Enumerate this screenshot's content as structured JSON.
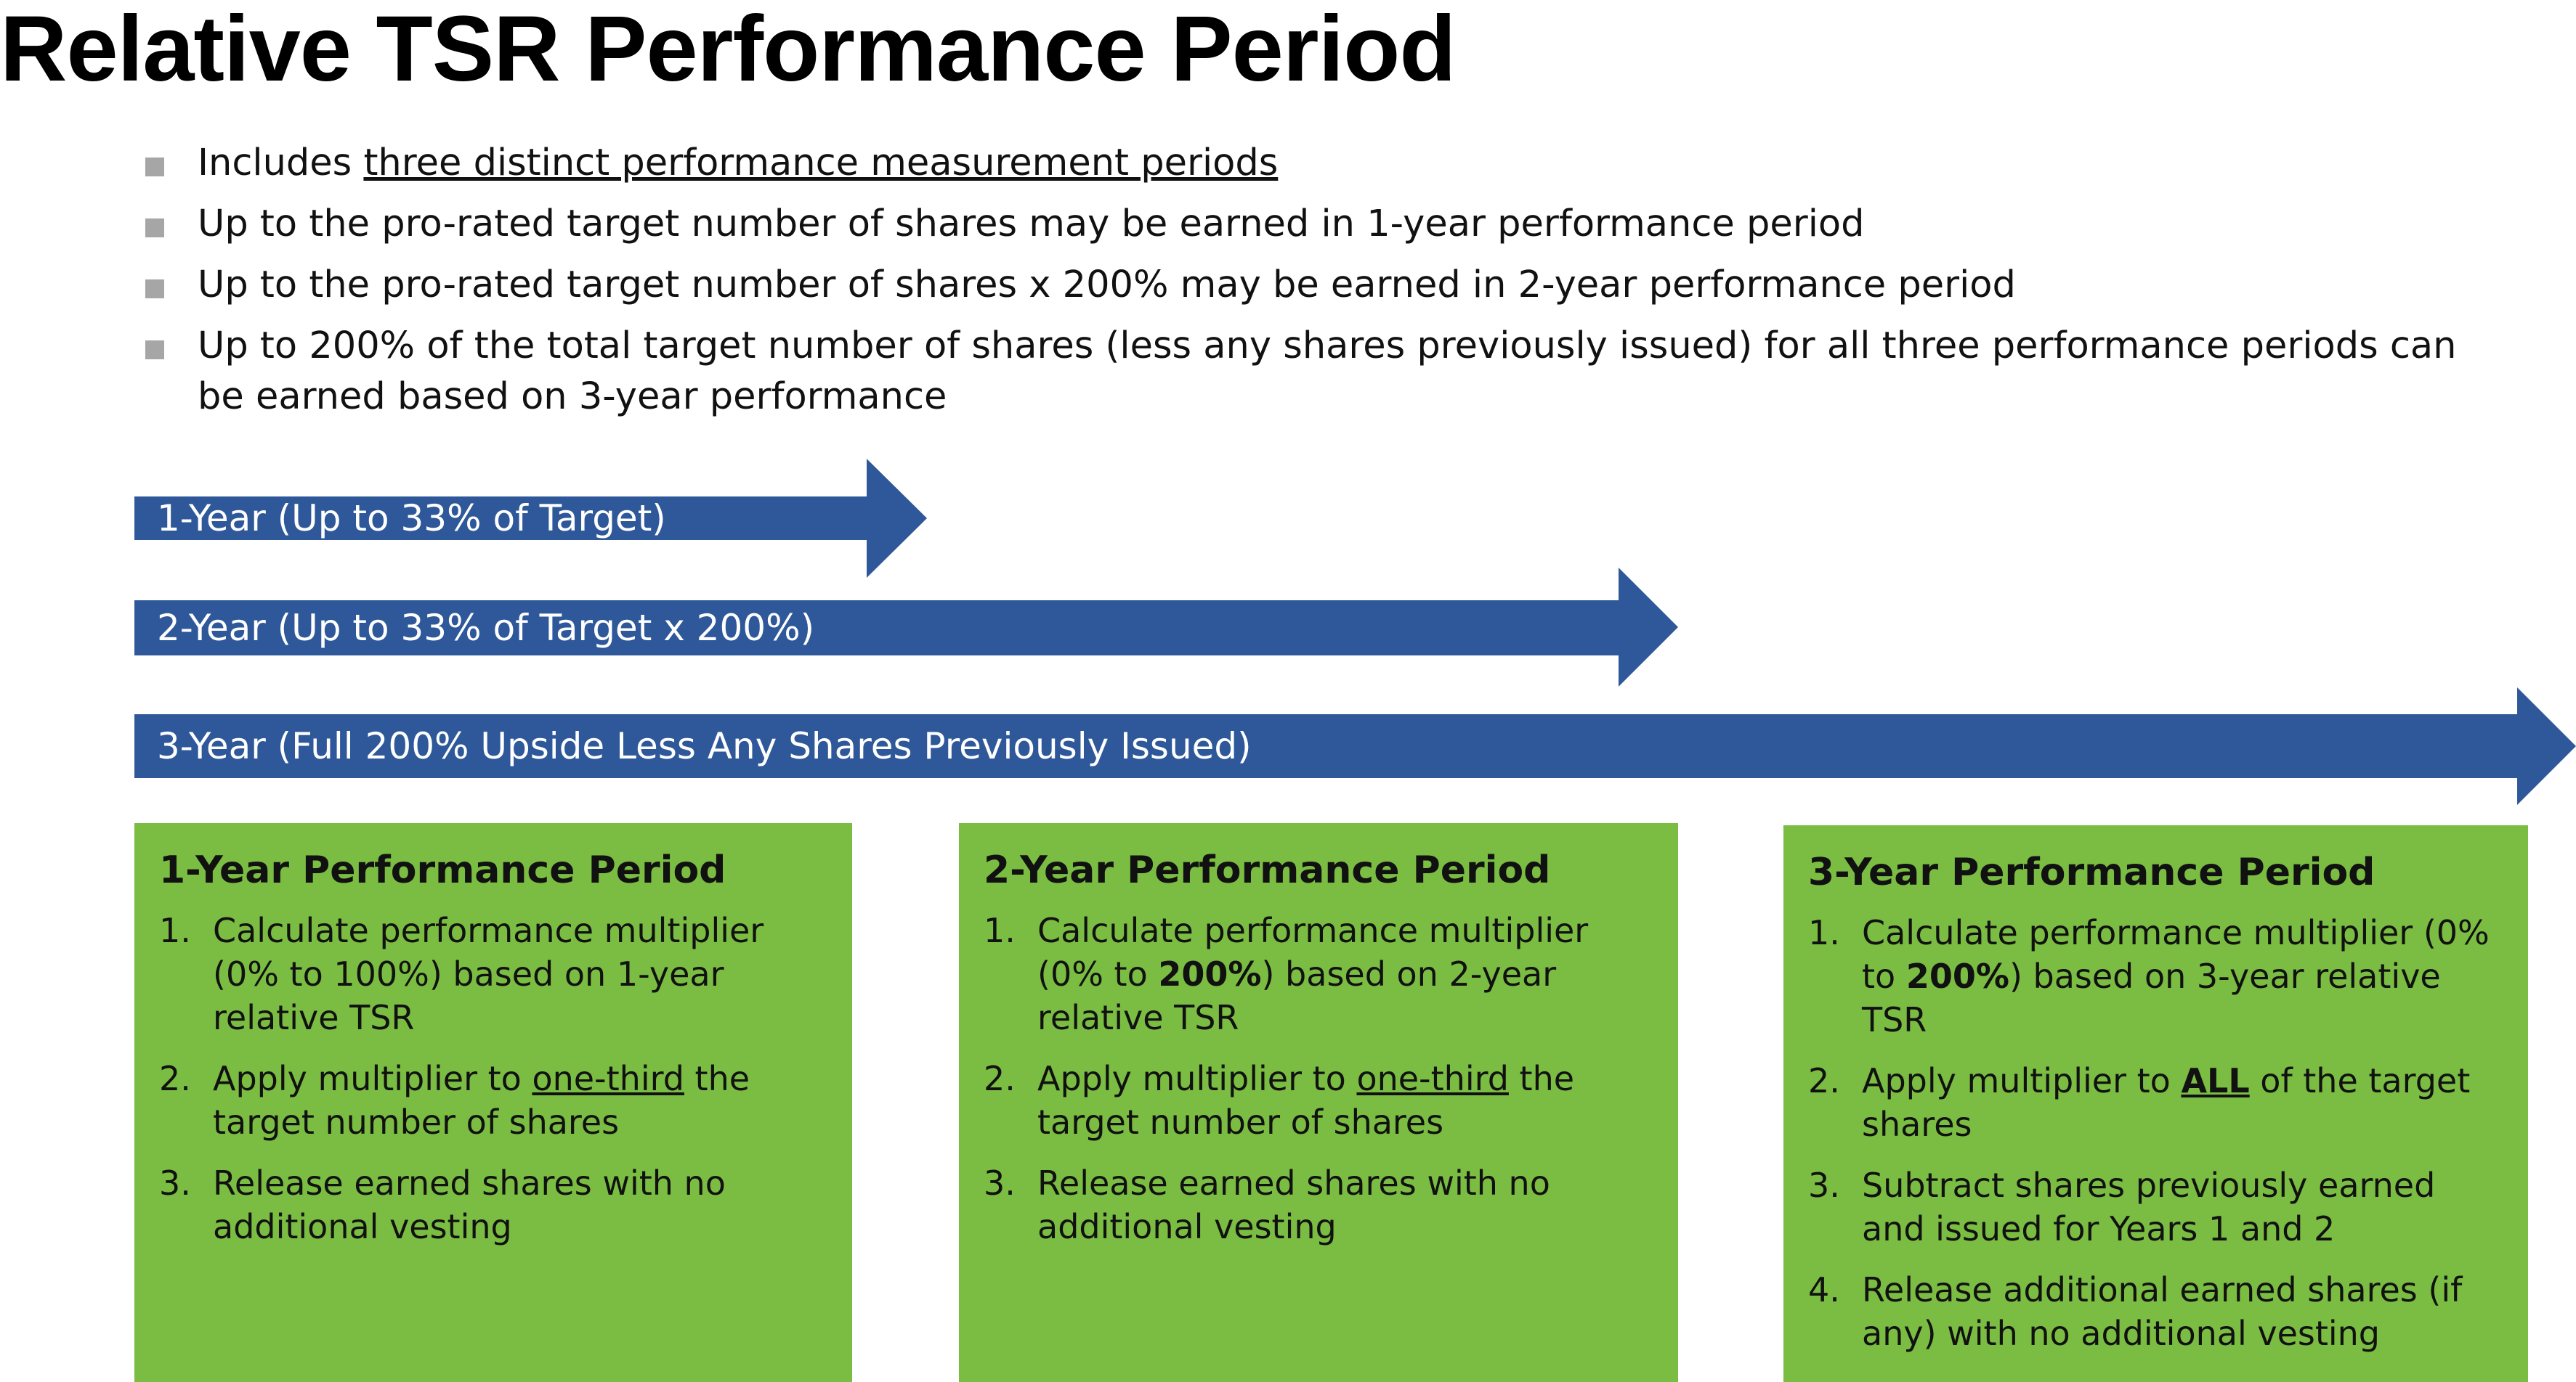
{
  "title": "Relative TSR Performance Period",
  "bullets": [
    {
      "pre": "Includes ",
      "link": "three distinct performance measurement periods",
      "post": ""
    },
    {
      "pre": "Up to the pro-rated target number of shares may be earned in 1-year performance period",
      "link": "",
      "post": ""
    },
    {
      "pre": "Up to the pro-rated target number of shares x 200% may be earned in 2-year performance period",
      "link": "",
      "post": ""
    },
    {
      "pre": "Up to 200% of the total target number of shares (less any shares previously issued) for all three performance periods can be earned based on 3-year performance",
      "link": "",
      "post": ""
    }
  ],
  "arrows": [
    {
      "label": "1-Year (Up to 33% of Target)"
    },
    {
      "label": "2-Year (Up to 33% of Target x 200%)"
    },
    {
      "label": "3-Year (Full 200% Upside Less Any Shares Previously Issued)"
    }
  ],
  "colors": {
    "arrow": "#2e5899",
    "box": "#7abd42",
    "bullet_marker": "#a6a6a6"
  },
  "boxes": [
    {
      "title": "1-Year Performance Period",
      "items": [
        {
          "num": "1.",
          "a": "Calculate performance multiplier (0% to 100%) based on 1-year relative TSR"
        },
        {
          "num": "2.",
          "a": "Apply multiplier to ",
          "u": "one-third",
          "c": " the target number of shares"
        },
        {
          "num": "3.",
          "a": "Release earned shares with no additional vesting"
        }
      ]
    },
    {
      "title": "2-Year Performance Period",
      "items": [
        {
          "num": "1.",
          "a": "Calculate performance multiplier (0% to ",
          "b": "200%",
          "c": ") based on 2-year relative TSR"
        },
        {
          "num": "2.",
          "a": "Apply multiplier to ",
          "u": "one-third",
          "c": " the target number of shares"
        },
        {
          "num": "3.",
          "a": "Release earned shares with no additional vesting"
        }
      ]
    },
    {
      "title": "3-Year Performance Period",
      "items": [
        {
          "num": "1.",
          "a": "Calculate performance multiplier (0% to ",
          "b": "200%",
          "c": ") based on 3-year relative TSR"
        },
        {
          "num": "2.",
          "a": "Apply multiplier to ",
          "bu": "ALL",
          "c": " of the target shares"
        },
        {
          "num": "3.",
          "a": "Subtract shares previously earned and issued for Years 1 and 2"
        },
        {
          "num": "4.",
          "a": "Release additional earned shares (if any) with no additional vesting"
        }
      ]
    }
  ]
}
